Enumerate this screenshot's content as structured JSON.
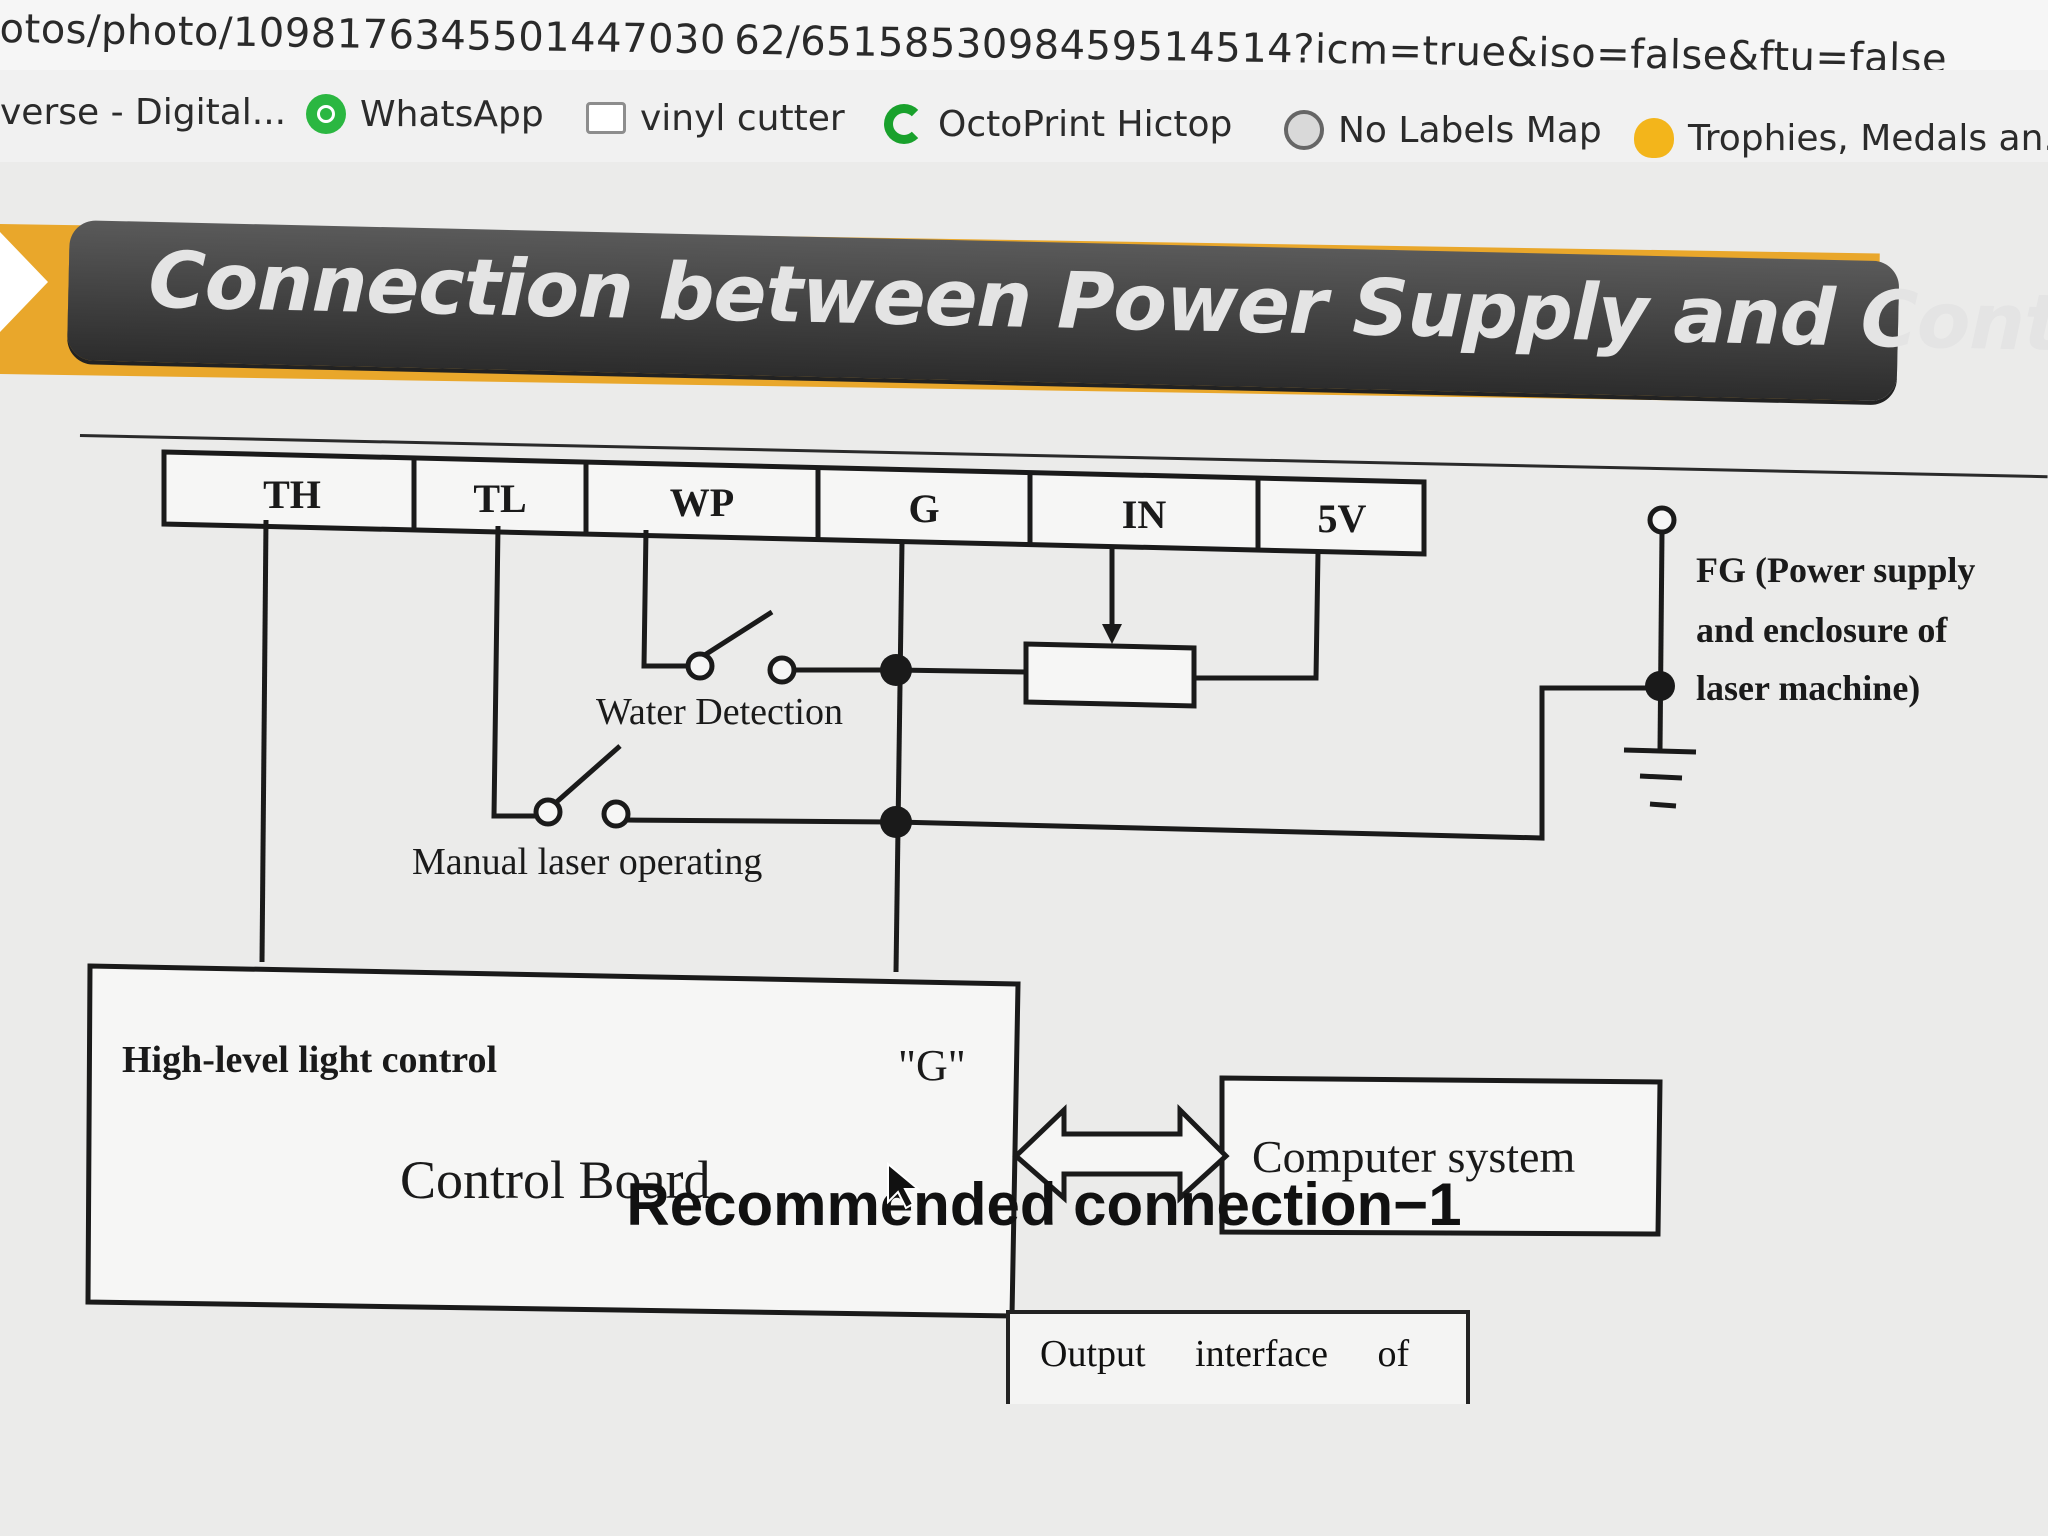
{
  "browser": {
    "url": "otos/photo/1098176345501447030 62/6515853098459514514?icm=true&iso=false&ftu=false",
    "bookmarks": [
      {
        "label": "verse - Digital...",
        "icon": ""
      },
      {
        "label": "WhatsApp",
        "icon": "whatsapp-icon"
      },
      {
        "label": "vinyl cutter",
        "icon": "folder-icon"
      },
      {
        "label": "OctoPrint Hictop",
        "icon": "octoprint-icon"
      },
      {
        "label": "No Labels Map",
        "icon": "map-icon"
      },
      {
        "label": "Trophies, Medals an...",
        "icon": "trophy-icon"
      }
    ]
  },
  "page": {
    "title": "Connection between Power Supply and Controller",
    "caption": "Recommended connection−1",
    "next_box_text": "Output interface of"
  },
  "diagram": {
    "terminals": [
      "TH",
      "TL",
      "WP",
      "G",
      "IN",
      "5V"
    ],
    "water_detection_label": "Water Detection",
    "manual_laser_label": "Manual laser operating",
    "fg_label_lines": [
      "FG (Power supply",
      "and enclosure of",
      "laser machine)"
    ],
    "control_board_title": "Control Board",
    "control_board_high_level": "High-level light control",
    "control_board_g": "\"G\"",
    "computer_system": "Computer system"
  },
  "colors": {
    "banner_dark": "#3a3a3a",
    "banner_accent": "#e9a72b",
    "whatsapp_green": "#2bb741",
    "octoprint_green": "#19a12c",
    "trophy_yellow": "#f3b51b"
  }
}
